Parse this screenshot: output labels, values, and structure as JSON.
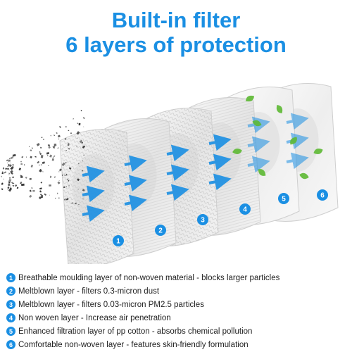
{
  "header": {
    "line1": "Built-in filter",
    "line2": "6 layers of protection"
  },
  "colors": {
    "accent": "#1a8fe3",
    "leaf": "#5cb832",
    "dust": "#333333"
  },
  "layers": [
    {
      "number": "1",
      "description": "Breathable moulding layer of non-woven material - blocks larger particles"
    },
    {
      "number": "2",
      "description": "Meltblown layer - filters 0.3-micron dust"
    },
    {
      "number": "3",
      "description": "Meltblown layer - filters 0.03-micron PM2.5 particles"
    },
    {
      "number": "4",
      "description": "Non woven layer - Increase air penetration"
    },
    {
      "number": "5",
      "description": "Enhanced filtration layer of pp cotton - absorbs chemical pollution"
    },
    {
      "number": "6",
      "description": "Comfortable non-woven layer - features skin-friendly formulation"
    }
  ],
  "icons": {
    "airflow": "arrow-right-icon",
    "particles": "dust-particles-icon",
    "leaves": "leaf-icon"
  }
}
